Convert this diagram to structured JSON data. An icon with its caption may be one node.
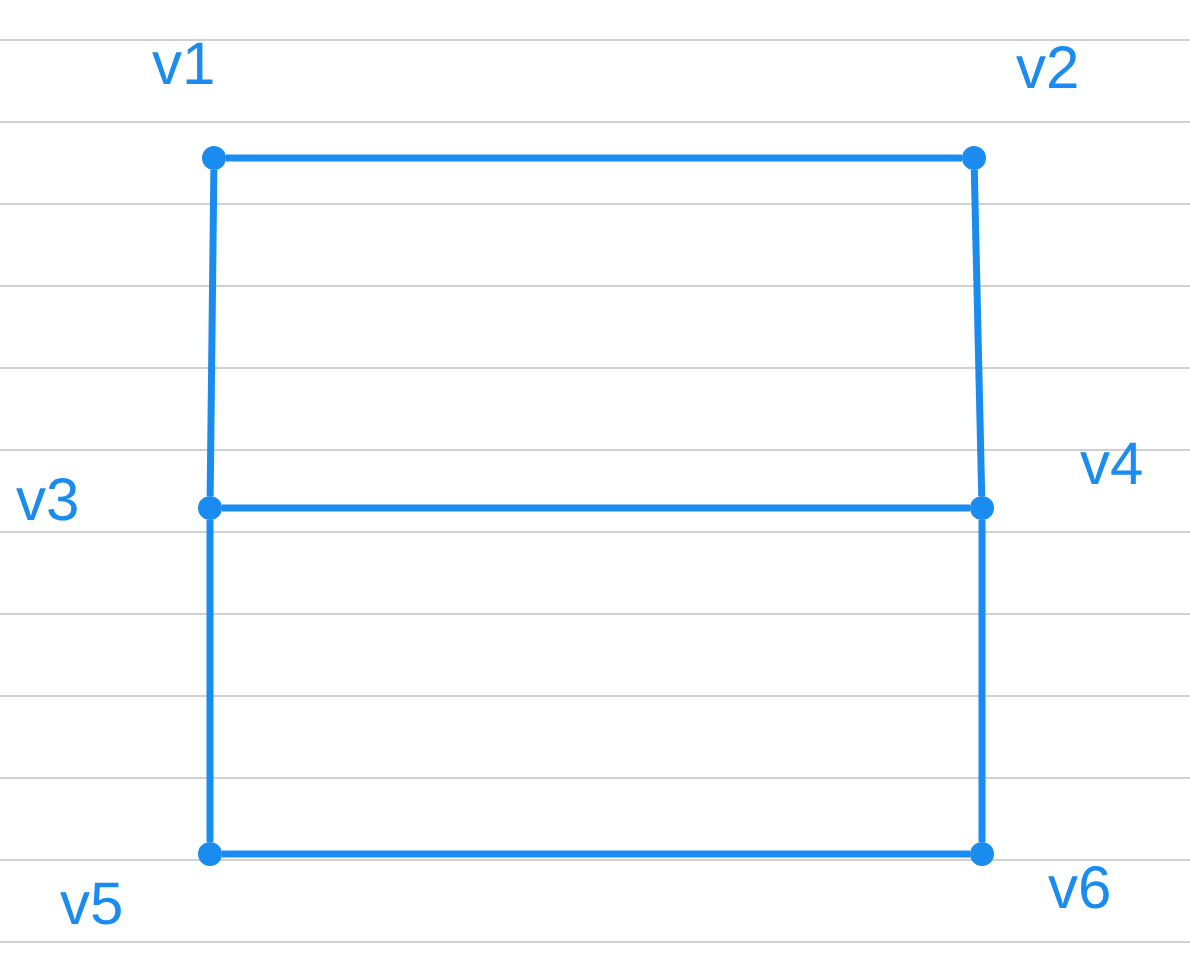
{
  "diagram": {
    "nodes": [
      {
        "text": [],
        "shape": "circle",
        "beside": [
          "v1"
        ]
      },
      {
        "text": [],
        "shape": "circle",
        "beside": [
          "v2"
        ]
      },
      {
        "text": [],
        "shape": "circle",
        "beside": [
          "v3"
        ]
      },
      {
        "text": [],
        "shape": "circle",
        "beside": [
          "v4"
        ]
      },
      {
        "text": [],
        "shape": "circle",
        "beside": [
          "v5"
        ]
      },
      {
        "text": [],
        "shape": "circle",
        "beside": [
          "v6"
        ]
      }
    ],
    "edges": [
      {
        "from": 0,
        "to": 1,
        "arrow": "none"
      },
      {
        "from": 0,
        "to": 2,
        "arrow": "none"
      },
      {
        "from": 1,
        "to": 3,
        "arrow": "none"
      },
      {
        "from": 2,
        "to": 3,
        "arrow": "none"
      },
      {
        "from": 2,
        "to": 4,
        "arrow": "none"
      },
      {
        "from": 3,
        "to": 5,
        "arrow": "none"
      },
      {
        "from": 4,
        "to": 5,
        "arrow": "none"
      }
    ]
  }
}
